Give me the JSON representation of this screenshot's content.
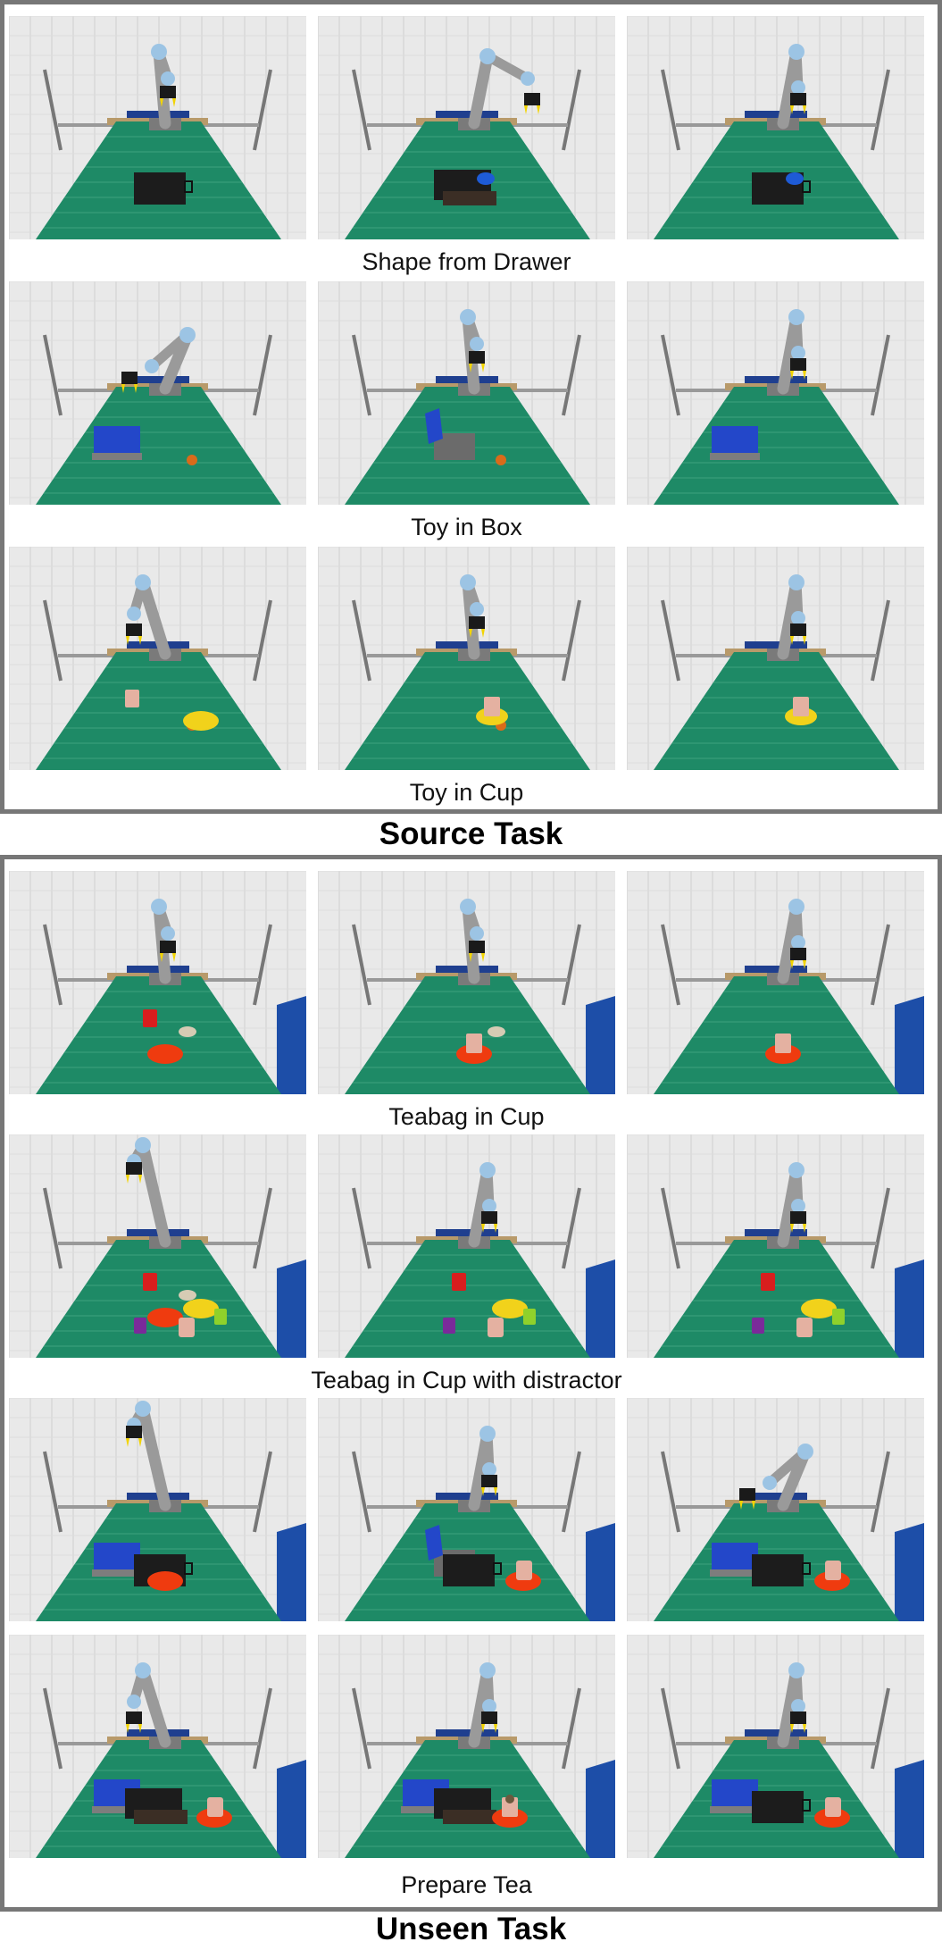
{
  "source_section": {
    "title": "Source Task",
    "rows": [
      {
        "caption": "Shape from Drawer",
        "scene": "drawer",
        "frames": [
          {
            "pose": "center-high",
            "objects": [
              "black-drawer"
            ]
          },
          {
            "pose": "reach-right",
            "objects": [
              "black-drawer-open",
              "blue-shape"
            ]
          },
          {
            "pose": "center-right",
            "objects": [
              "black-drawer",
              "blue-shape"
            ]
          }
        ]
      },
      {
        "caption": "Toy in Box",
        "scene": "box",
        "frames": [
          {
            "pose": "reach-left-low",
            "objects": [
              "blue-box",
              "toy-ball"
            ]
          },
          {
            "pose": "center-high",
            "objects": [
              "blue-box-open",
              "toy-ball"
            ]
          },
          {
            "pose": "center-right",
            "objects": [
              "blue-box"
            ]
          }
        ]
      },
      {
        "caption": "Toy in Cup",
        "scene": "cup",
        "frames": [
          {
            "pose": "left-high",
            "objects": [
              "pink-cup",
              "toy-ball",
              "yellow-plate"
            ]
          },
          {
            "pose": "center-high",
            "objects": [
              "toy-ball",
              "pink-cup-on-yellow-plate"
            ]
          },
          {
            "pose": "center-right",
            "objects": [
              "pink-cup-on-yellow-plate"
            ]
          }
        ]
      }
    ]
  },
  "unseen_section": {
    "title": "Unseen Task",
    "rows": [
      {
        "caption": "Teabag in Cup",
        "scene": "teabag",
        "frames": [
          {
            "pose": "center-high",
            "objects": [
              "red-cup",
              "teabag",
              "red-plate"
            ]
          },
          {
            "pose": "center-high",
            "objects": [
              "pink-cup-on-red-plate",
              "teabag"
            ]
          },
          {
            "pose": "center-right",
            "objects": [
              "pink-cup-on-red-plate"
            ]
          }
        ]
      },
      {
        "caption": "Teabag in Cup with distractor",
        "scene": "distractor",
        "frames": [
          {
            "pose": "top-left",
            "objects": [
              "yellow-plate",
              "red-plate",
              "red-cup",
              "purple-cup",
              "pink-jug",
              "green-cup",
              "teabag"
            ]
          },
          {
            "pose": "center-right",
            "objects": [
              "yellow-plate",
              "red-cup",
              "purple-cup",
              "pink-jug",
              "green-cup"
            ]
          },
          {
            "pose": "center-right",
            "objects": [
              "yellow-plate",
              "red-cup",
              "purple-cup",
              "pink-jug",
              "green-cup"
            ]
          }
        ]
      },
      {
        "caption": "",
        "scene": "prepare",
        "frames": [
          {
            "pose": "top-left",
            "objects": [
              "blue-box",
              "black-drawer",
              "red-plate"
            ]
          },
          {
            "pose": "center-right",
            "objects": [
              "blue-box-open",
              "black-drawer",
              "pink-jug-on-red-plate"
            ]
          },
          {
            "pose": "reach-left-low",
            "objects": [
              "blue-box",
              "black-drawer",
              "pink-jug-on-red-plate"
            ]
          }
        ]
      },
      {
        "caption": "Prepare Tea",
        "scene": "prepare",
        "frames": [
          {
            "pose": "left-high",
            "objects": [
              "blue-box",
              "black-drawer-open",
              "pink-jug-on-red-plate"
            ]
          },
          {
            "pose": "center-right",
            "objects": [
              "blue-box",
              "black-drawer-open",
              "cup-with-teabag"
            ]
          },
          {
            "pose": "center-right",
            "objects": [
              "blue-box",
              "black-drawer",
              "pink-jug-on-red-plate"
            ]
          }
        ]
      }
    ]
  },
  "colors": {
    "panel_border": "#777777",
    "mat": "#1e8a66",
    "mat_grid": "#5fb796",
    "wall": "#e9e9e9",
    "robot": "#9a9a9a",
    "robot_joint": "#9cc4e4",
    "gripper": "#f2d400",
    "table_edge": "#1f3f8f",
    "blue_floor": "#1d4ea8"
  }
}
